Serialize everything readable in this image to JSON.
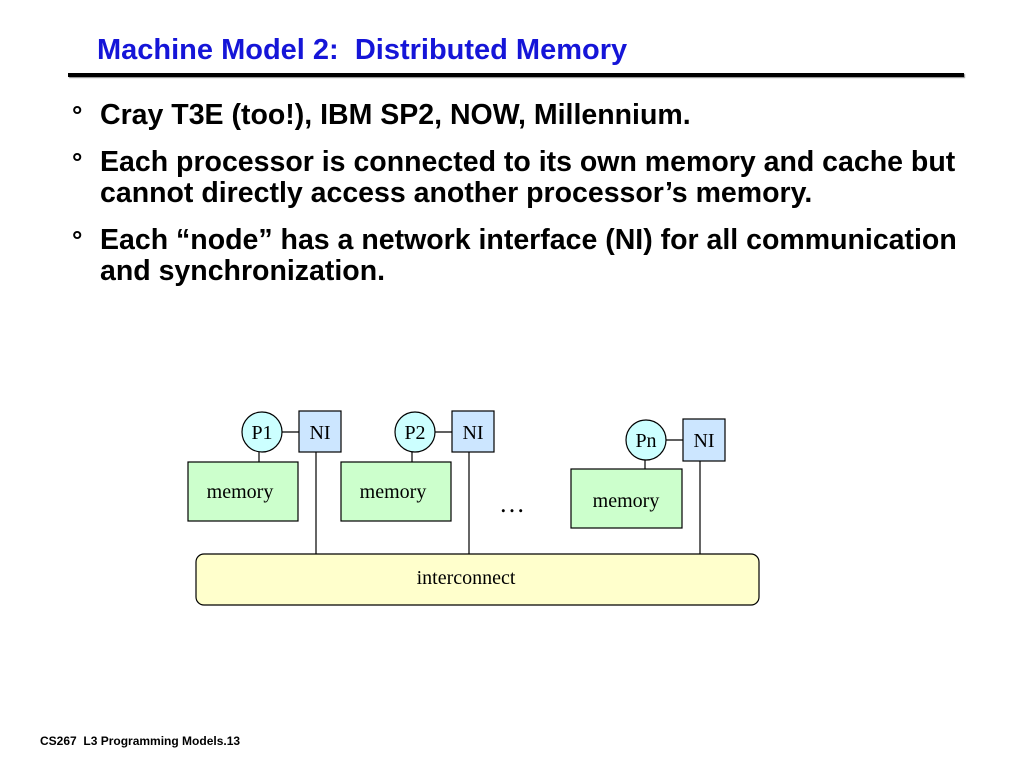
{
  "slide": {
    "title": "Machine Model 2:  Distributed Memory",
    "bullet_mark": "°",
    "bullets": [
      "Cray T3E (too!), IBM SP2, NOW, Millennium.",
      "Each processor is connected to its own memory and cache but cannot directly access another processor’s memory.",
      "Each “node” has a network interface (NI) for all communication and synchronization."
    ],
    "footer": "CS267  L3 Programming Models.13"
  },
  "diagram": {
    "nodes": [
      {
        "processor": "P1",
        "ni": "NI",
        "memory": "memory"
      },
      {
        "processor": "P2",
        "ni": "NI",
        "memory": "memory"
      },
      {
        "processor": "Pn",
        "ni": "NI",
        "memory": "memory"
      }
    ],
    "ellipsis": "…",
    "interconnect": "interconnect"
  },
  "colors": {
    "title": "#1515d8",
    "processor_fill": "#ccffff",
    "ni_fill": "#cce6ff",
    "memory_fill": "#ccffcc",
    "interconnect_fill": "#ffffcc"
  }
}
